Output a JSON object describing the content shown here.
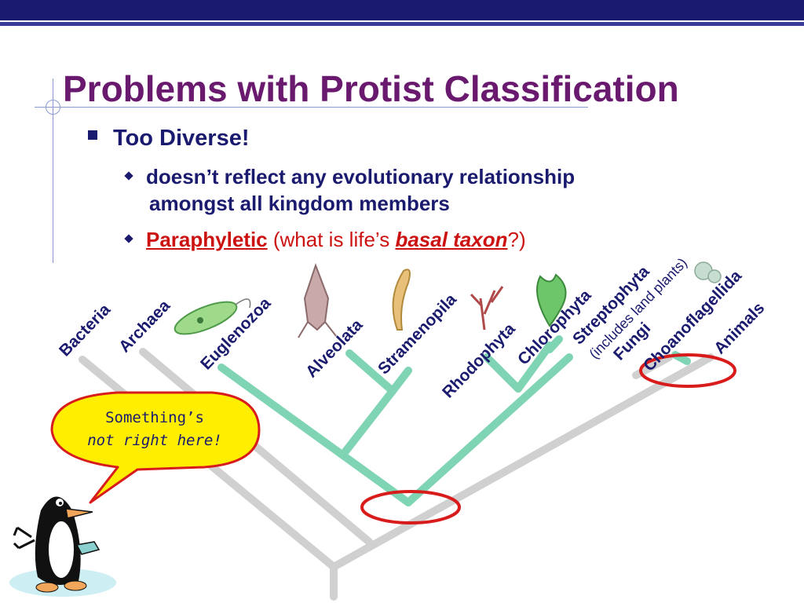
{
  "slide": {
    "title": "Problems with Protist Classification",
    "bullet1": "Too Diverse!",
    "sub1_line1": "doesn’t reflect any evolutionary relationship",
    "sub1_line2": "amongst all kingdom members",
    "sub2_term": "Paraphyletic",
    "sub2_pre": " (what is life’s ",
    "sub2_em": "basal taxon",
    "sub2_post": "?)"
  },
  "tree": {
    "taxa": [
      "Bacteria",
      "Archaea",
      "Euglenozoa",
      "Alveolata",
      "Stramenopila",
      "Rhodophyta",
      "Chlorophyta",
      "Streptophyta",
      "(includes land plants)",
      "Fungi",
      "Choanoflagellida",
      "Animals"
    ],
    "colors": {
      "protist_branches": "#7fd4b4",
      "other_branches": "#d0d0d0",
      "highlight_ring": "#d81c1c"
    }
  },
  "callout": {
    "line1": "Something’s",
    "line2": "not right here!"
  },
  "colors": {
    "title": "#6a1a6e",
    "text": "#1a1a6e",
    "bubble_fill": "#ffee00",
    "bubble_border": "#d81c1c",
    "top_bar": "#1a1a6e"
  }
}
